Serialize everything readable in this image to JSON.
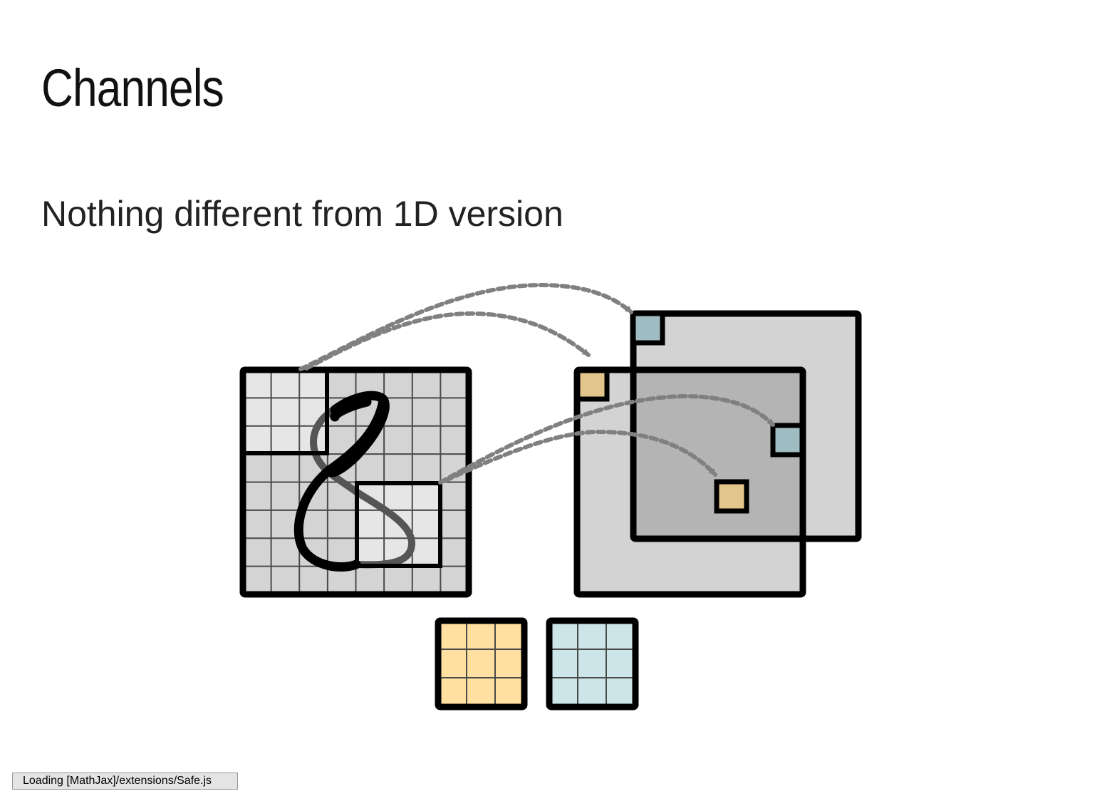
{
  "slide": {
    "title": "Channels",
    "subtitle": "Nothing different from 1D version"
  },
  "figure": {
    "colors": {
      "input_fill": "#d4d4d4",
      "input_highlight": "#e6e6e6",
      "grid_line": "#4a4a4a",
      "outline": "#000000",
      "output_front": "#d3d3d3",
      "output_back": "#d3d3d3",
      "output_overlap": "#b4b4b4",
      "kernel_orange": "#ffe0a0",
      "kernel_blue": "#cce5e8",
      "cell_orange": "#e2c58a",
      "cell_blue": "#9fbcc3",
      "arrow": "#808080",
      "digit_back": "#555555",
      "digit_front": "#000000"
    },
    "input_digit": "8",
    "kernels": [
      "orange-kernel",
      "blue-kernel"
    ]
  },
  "status": {
    "text": "Loading [MathJax]/extensions/Safe.js"
  }
}
